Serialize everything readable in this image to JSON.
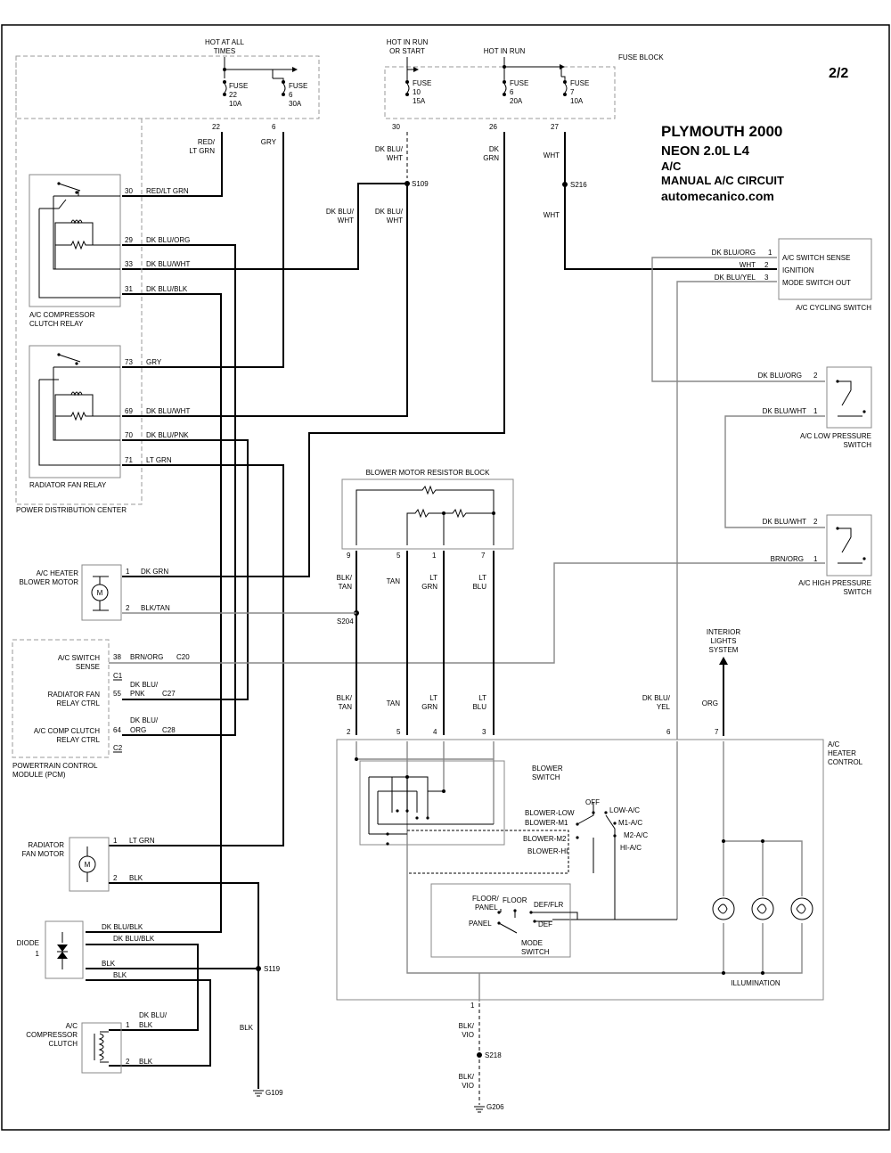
{
  "header": {
    "page": "2/2",
    "make_year": "PLYMOUTH 2000",
    "engine": "NEON  2.0L  L4",
    "system": "A/C",
    "circuit": "MANUAL A/C CIRCUIT",
    "site": "automecanico.com"
  },
  "power": {
    "hot_at_all_times": [
      "HOT AT ALL",
      "TIMES"
    ],
    "hot_in_run_or_start": [
      "HOT IN RUN",
      "OR START"
    ],
    "hot_in_run": "HOT IN RUN",
    "fuse_block": "FUSE BLOCK",
    "fuses": [
      {
        "lines": [
          "FUSE",
          "22",
          "10A"
        ],
        "pin": "22"
      },
      {
        "lines": [
          "FUSE",
          "6",
          "30A"
        ],
        "pin": "6"
      },
      {
        "lines": [
          "FUSE",
          "10",
          "15A"
        ],
        "pin": "30"
      },
      {
        "lines": [
          "FUSE",
          "6",
          "20A"
        ],
        "pin": "26"
      },
      {
        "lines": [
          "FUSE",
          "7",
          "10A"
        ],
        "pin": "27"
      }
    ]
  },
  "components": {
    "ac_comp_relay": [
      "A/C COMPRESSOR",
      "CLUTCH RELAY"
    ],
    "rad_fan_relay": "RADIATOR FAN RELAY",
    "pdc": "POWER DISTRIBUTION CENTER",
    "ac_cycling": [
      "A/C SWITCH SENSE",
      "IGNITION",
      "MODE SWITCH OUT"
    ],
    "ac_cycling_title": "A/C CYCLING SWITCH",
    "low_pressure": [
      "A/C LOW PRESSURE",
      "SWITCH"
    ],
    "high_pressure": [
      "A/C HIGH PRESSURE",
      "SWITCH"
    ],
    "blower_resistor": "BLOWER MOTOR RESISTOR BLOCK",
    "blower_motor": [
      "A/C HEATER",
      "BLOWER MOTOR"
    ],
    "pcm_lines": [
      [
        "A/C SWITCH",
        "SENSE"
      ],
      [
        "RADIATOR FAN",
        "RELAY CTRL"
      ],
      [
        "A/C COMP CLUTCH",
        "RELAY CTRL"
      ]
    ],
    "pcm": [
      "POWERTRAIN CONTROL",
      "MODULE (PCM)"
    ],
    "interior_lights": [
      "INTERIOR",
      "LIGHTS",
      "SYSTEM"
    ],
    "heater_control": [
      "A/C",
      "HEATER",
      "CONTROL"
    ],
    "blower_switch": [
      "BLOWER",
      "SWITCH"
    ],
    "blower_positions": [
      "BLOWER-LOW",
      "BLOWER-M1",
      "BLOWER-M2",
      "BLOWER-HI",
      "OFF",
      "LOW-A/C",
      "M1-A/C",
      "M2-A/C",
      "HI-A/C"
    ],
    "mode_positions": [
      "FLOOR/",
      "PANEL",
      "FLOOR",
      "DEF/FLR",
      "DEF",
      "PANEL"
    ],
    "mode_switch": [
      "MODE",
      "SWITCH"
    ],
    "illumination": "ILLUMINATION",
    "rad_fan_motor": [
      "RADIATOR",
      "FAN MOTOR"
    ],
    "diode": [
      "DIODE",
      "1"
    ],
    "clutch": [
      "A/C",
      "COMPRESSOR",
      "CLUTCH"
    ]
  },
  "wires": {
    "red_lt_grn": [
      "RED/",
      "LT GRN"
    ],
    "gry": "GRY",
    "dk_blu_wht": [
      "DK BLU/",
      "WHT"
    ],
    "dk_grn": [
      "DK",
      "GRN"
    ],
    "wht": "WHT",
    "relay1_pins": [
      {
        "pin": "30",
        "color": "RED/LT GRN"
      },
      {
        "pin": "29",
        "color": "DK BLU/ORG"
      },
      {
        "pin": "33",
        "color": "DK BLU/WHT"
      },
      {
        "pin": "31",
        "color": "DK BLU/BLK"
      }
    ],
    "relay2_pins": [
      {
        "pin": "73",
        "color": "GRY"
      },
      {
        "pin": "69",
        "color": "DK BLU/WHT"
      },
      {
        "pin": "70",
        "color": "DK BLU/PNK"
      },
      {
        "pin": "71",
        "color": "LT GRN"
      }
    ],
    "cycling_pins": [
      {
        "pin": "1",
        "color": "DK BLU/ORG"
      },
      {
        "pin": "2",
        "color": "WHT"
      },
      {
        "pin": "3",
        "color": "DK BLU/YEL"
      }
    ],
    "low_pins": [
      {
        "pin": "2",
        "color": "DK BLU/ORG"
      },
      {
        "pin": "1",
        "color": "DK BLU/WHT"
      }
    ],
    "high_pins": [
      {
        "pin": "2",
        "color": "DK BLU/WHT"
      },
      {
        "pin": "1",
        "color": "BRN/ORG"
      }
    ],
    "resistor_pins": [
      "9",
      "5",
      "1",
      "7"
    ],
    "resistor_colors": [
      [
        "BLK/",
        "TAN"
      ],
      [
        "TAN"
      ],
      [
        "LT",
        "GRN"
      ],
      [
        "LT",
        "BLU"
      ]
    ],
    "control_pins": [
      "2",
      "5",
      "4",
      "3",
      "6",
      "7"
    ],
    "dk_blu_yel": [
      "DK BLU/",
      "YEL"
    ],
    "org": "ORG",
    "blower_pins": [
      {
        "pin": "1",
        "color": "DK GRN"
      },
      {
        "pin": "2",
        "color": "BLK/TAN"
      }
    ],
    "pcm_pins": [
      {
        "pin": "38",
        "color": "BRN/ORG",
        "conn": "C20"
      },
      {
        "pin": "55",
        "color": [
          "DK BLU/",
          "PNK"
        ],
        "conn": "C27"
      },
      {
        "pin": "64",
        "color": [
          "DK BLU/",
          "ORG"
        ],
        "conn": "C28"
      }
    ],
    "pcm_conn1": "C1",
    "pcm_conn2": "C2",
    "fan_pins": [
      {
        "pin": "1",
        "color": "LT GRN"
      },
      {
        "pin": "2",
        "color": "BLK"
      }
    ],
    "diode_colors": [
      "DK BLU/BLK",
      "DK BLU/BLK",
      "BLK",
      "BLK"
    ],
    "clutch_pins": [
      {
        "pin": "1",
        "color": [
          "DK BLU/",
          "BLK"
        ]
      },
      {
        "pin": "2",
        "color": "BLK"
      }
    ],
    "blk": "BLK",
    "blk_vio": [
      "BLK/",
      "VIO"
    ],
    "control_ground_pin": "1"
  },
  "splices": [
    "S109",
    "S216",
    "S204",
    "S119",
    "S218"
  ],
  "grounds": [
    "G109",
    "G206"
  ]
}
